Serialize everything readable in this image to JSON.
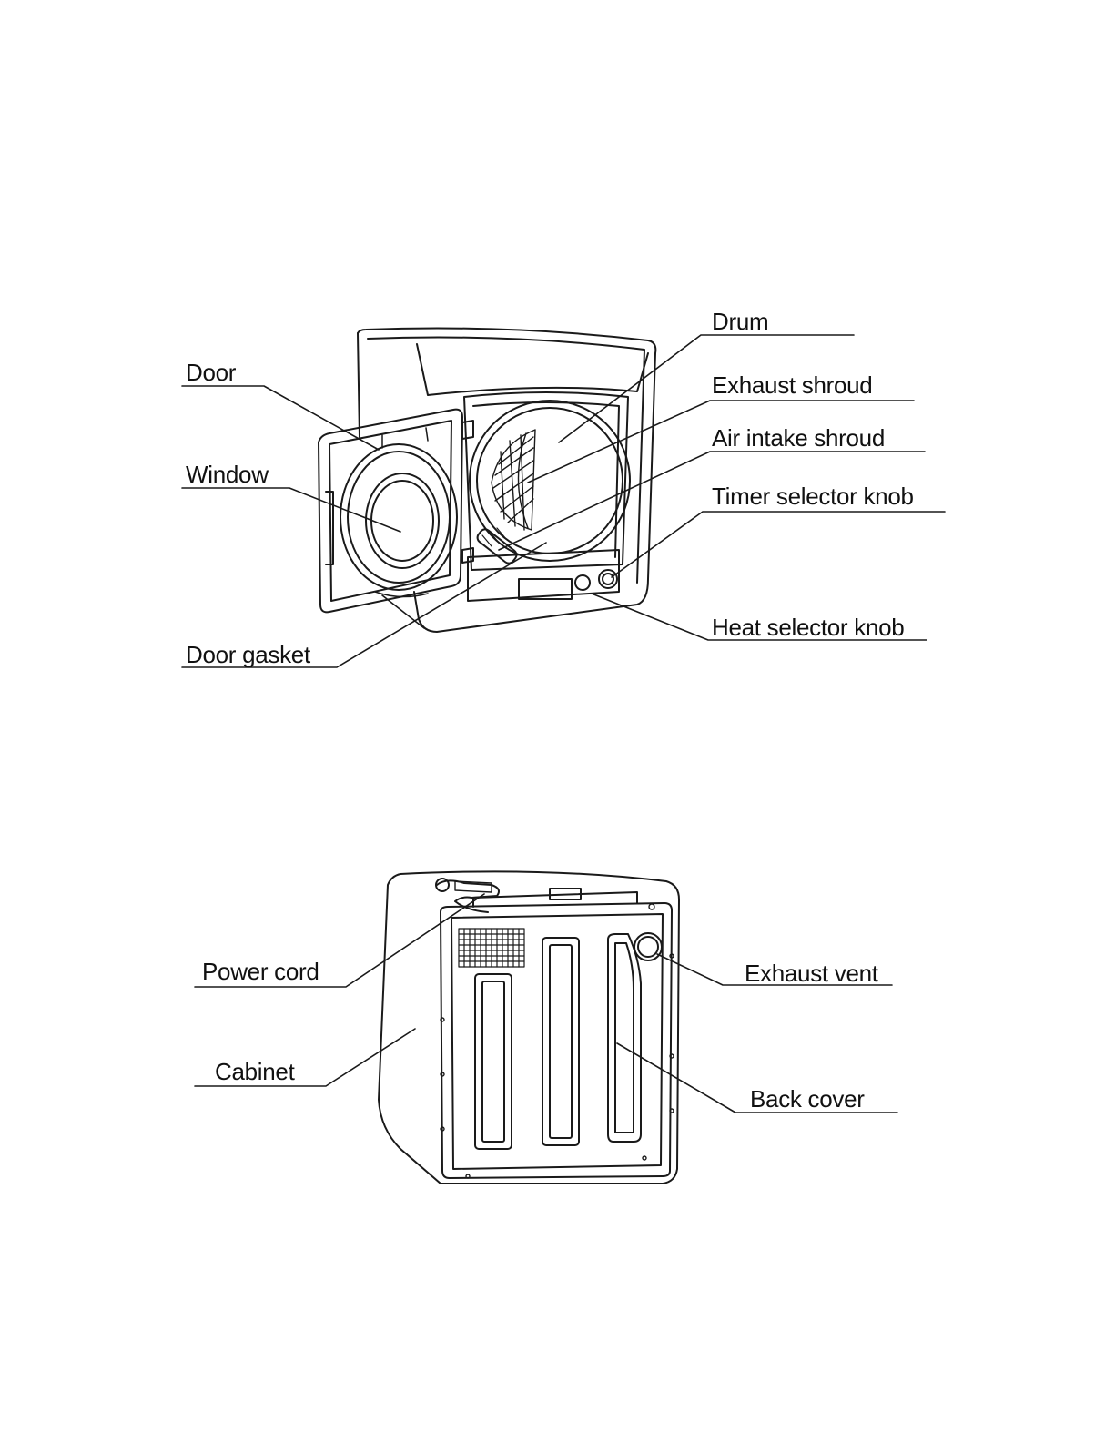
{
  "front_view": {
    "labels": {
      "door": "Door",
      "window": "Window",
      "door_gasket": "Door gasket",
      "drum": "Drum",
      "exhaust_shroud": "Exhaust shroud",
      "air_intake_shroud": "Air intake shroud",
      "timer_selector_knob": "Timer selector knob",
      "heat_selector_knob": "Heat selector knob"
    }
  },
  "back_view": {
    "labels": {
      "power_cord": "Power cord",
      "cabinet": "Cabinet",
      "exhaust_vent": "Exhaust vent",
      "back_cover": "Back cover"
    }
  },
  "colors": {
    "line": "#1a1a1a",
    "background": "#ffffff",
    "footer_rule": "#1a1a7a"
  }
}
